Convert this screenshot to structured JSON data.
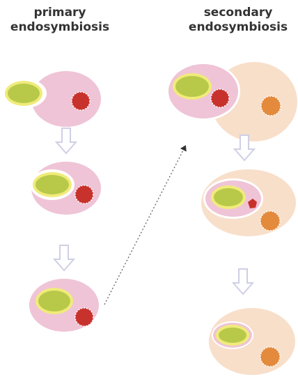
{
  "titles": {
    "primary_line1": "primary",
    "primary_line2": "endosymbiosis",
    "secondary_line1": "secondary",
    "secondary_line2": "endosymbiosis"
  },
  "colors": {
    "host_primary": "#efc4d6",
    "host_secondary": "#f8dfca",
    "cyanobacterium_green": "#b8c94a",
    "cyanobacterium_rim": "#f0eb7a",
    "nucleus_red": "#c8322c",
    "nucleus_orange": "#e48a3c",
    "arrow_fill": "#ffffff",
    "arrow_stroke": "#cfcfe6",
    "dotted_arrow": "#555555"
  }
}
